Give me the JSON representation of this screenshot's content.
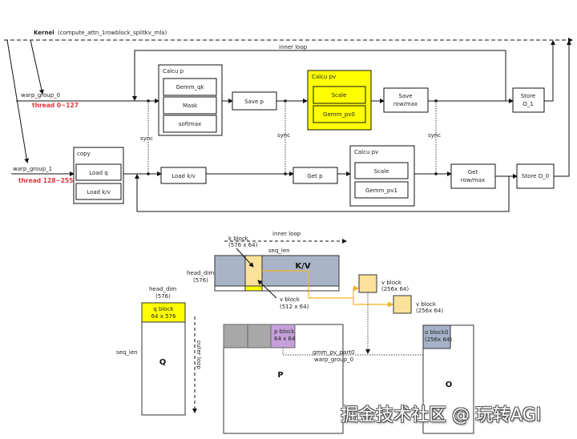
{
  "kernel": {
    "label": "Kernel",
    "name": "(compute_attn_1rowblock_splitkv_mla)"
  },
  "flow": {
    "inner_loop_label": "inner loop",
    "sync_label": "sync",
    "warp_group_0": {
      "label": "warp_group_0",
      "threads": "thread 0~127",
      "calcu_p": {
        "title": "Calcu p",
        "items": [
          "Gemm_qk",
          "Mask",
          "softmax"
        ]
      },
      "save_p": "Save p",
      "calcu_pv": {
        "title": "Calcu pv",
        "items": [
          "Scale",
          "Gemm_pv0"
        ],
        "highlight_color": "#ffff00"
      },
      "save_rowmax": [
        "Save",
        "row/max"
      ],
      "store": [
        "Store",
        "O_1"
      ]
    },
    "warp_group_1": {
      "label": "warp_group_1",
      "threads": "thread 128~255",
      "copy": {
        "title": "copy",
        "items": [
          "Load q",
          "Load k/v"
        ]
      },
      "load_kv": "Load k/v",
      "get_p": "Get p",
      "calcu_pv": {
        "title": "Calcu pv",
        "items": [
          "Scale",
          "Gemm_pv1"
        ]
      },
      "get_rowmax": [
        "Get",
        "row/max"
      ],
      "store": "Store O_0"
    }
  },
  "matrices": {
    "inner_loop_label": "inner loop",
    "outer_loop_label": "outer loop",
    "kv": {
      "name": "K/V",
      "seq_len": "seq_len",
      "head_dim": [
        "head_dim",
        "(576)"
      ],
      "k_block": [
        "k block",
        "(576 x 64)"
      ],
      "v_block": [
        "v block",
        "(512 x 64)"
      ]
    },
    "v_block_a": [
      "v block",
      "(256x 64)"
    ],
    "v_block_b": [
      "v block",
      "(256x 64)"
    ],
    "q": {
      "name": "Q",
      "head_dim": [
        "head_dim",
        "(576)"
      ],
      "seq_len": "seq_len",
      "block": [
        "q block",
        "64 x 576"
      ]
    },
    "p": {
      "name": "P",
      "block": [
        "p block",
        "64 x 64"
      ]
    },
    "o": {
      "name": "O",
      "block": [
        "o block0",
        "(256x 64)"
      ]
    },
    "gemm_label": [
      "gmm_pv_part0",
      "warp_group_0"
    ]
  },
  "colors": {
    "yellow": "#ffff00",
    "kv_fill": "#aab4c8",
    "block_fill": "#fbe29a",
    "p_block_fill": "#c5a0d8",
    "gray_block": "#a8a8a8",
    "o_block_fill": "#a6b2c8",
    "thread_red": "#e0353a",
    "orange_line": "#f0b428"
  },
  "watermark": "掘金技术社区 @ 玩转AGI"
}
